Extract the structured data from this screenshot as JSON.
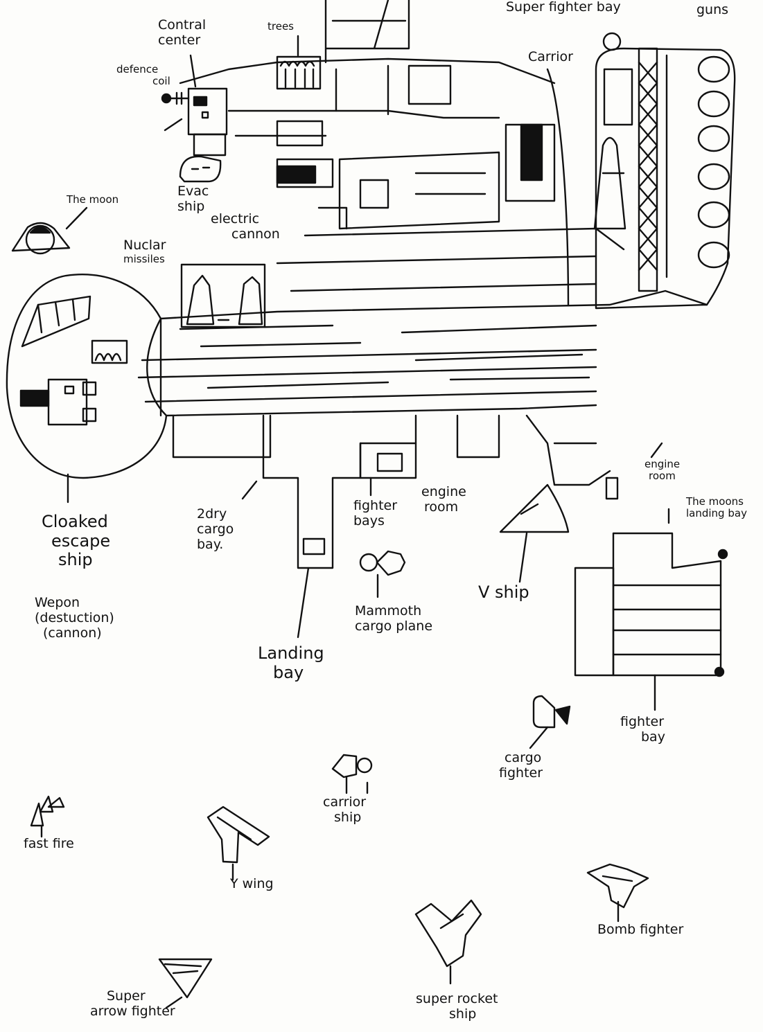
{
  "labels": {
    "super_fighter_bay": "Super fighter bay",
    "guns": "guns",
    "control_center": [
      "Contral",
      "center"
    ],
    "trees": "trees",
    "defence_coil": [
      "defence",
      "coil"
    ],
    "carrior": "Carrior",
    "the_moon": "The moon",
    "evac_ship": [
      "Evac",
      "ship"
    ],
    "electric_cannon": [
      "electric",
      "cannon"
    ],
    "nuclear_missiles": [
      "Nuclar",
      "missiles"
    ],
    "cloaked_escape_ship": [
      "Cloaked",
      "escape",
      "ship"
    ],
    "weapon": [
      "Wepon",
      "(destuction)",
      "(cannon)"
    ],
    "second_cargo_bay": [
      "2dry",
      "cargo",
      "bay."
    ],
    "fighter_bays": [
      "fighter",
      "bays"
    ],
    "engine_room_1": [
      "engine",
      "room"
    ],
    "engine_room_2": [
      "engine",
      "room"
    ],
    "moons_landing_bay": [
      "The moons",
      "landing bay"
    ],
    "v_ship": "V ship",
    "mammoth_cargo_plane": [
      "Mammoth",
      "cargo plane"
    ],
    "landing_bay": [
      "Landing",
      "bay"
    ],
    "fighter_bay": [
      "fighter",
      "bay"
    ],
    "cargo_fighter": [
      "cargo",
      "fighter"
    ],
    "carrior_ship": [
      "carrior",
      "ship"
    ],
    "fast_fire": "fast fire",
    "y_wing": "Y wing",
    "bomb_fighter": "Bomb fighter",
    "super_rocket_ship": [
      "super rocket",
      "ship"
    ],
    "super_arrow_fighter": [
      "Super",
      "arrow fighter"
    ]
  },
  "colors": {
    "ink": "#111111",
    "paper": "#fdfdfb"
  }
}
